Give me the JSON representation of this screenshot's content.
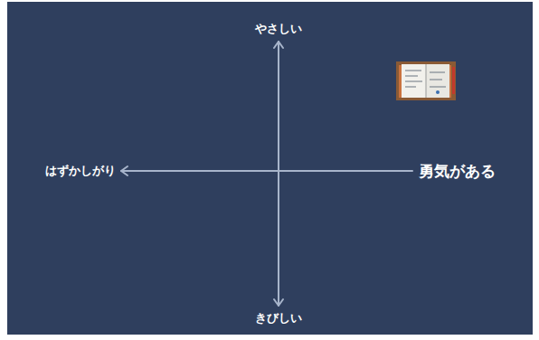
{
  "diagram": {
    "labels": [
      "やさしい",
      "はずかしがり",
      "勇気がある",
      "きびしい"
    ]
  }
}
